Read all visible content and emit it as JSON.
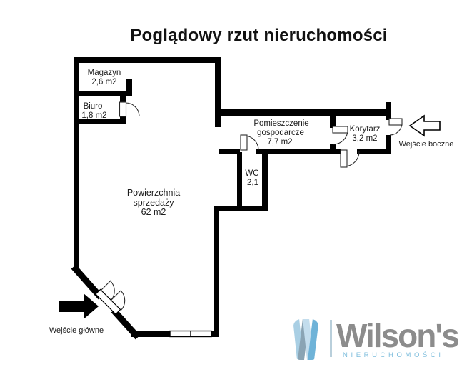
{
  "title": "Poglądowy rzut nieruchomości",
  "rooms": {
    "magazyn": {
      "name": "Magazyn",
      "area": "2,6 m2"
    },
    "biuro": {
      "name": "Biuro",
      "area": "1,8 m2"
    },
    "sales": {
      "line1": "Powierzchnia",
      "line2": "sprzedaży",
      "area": "62 m2"
    },
    "wc": {
      "name": "WC",
      "area": "2,1"
    },
    "utility": {
      "line1": "Pomieszczenie",
      "line2": "gospodarcze",
      "area": "7,7 m2"
    },
    "korytarz": {
      "name": "Korytarz",
      "area": "3,2 m2"
    }
  },
  "entrances": {
    "main_label": "Wejście główne",
    "side_label": "Wejście boczne"
  },
  "logo": {
    "brand": "Wilson's",
    "subtitle": "NIERUCHOMOŚCI"
  },
  "colors": {
    "wall": "#000000",
    "background": "#ffffff",
    "text": "#1c1c1c",
    "logo_brand": "#8c8c8c",
    "logo_subtitle": "#7fbedd",
    "logo_w_light": "#a9cfe4",
    "logo_w_pale": "#c3dded",
    "logo_w_steel": "#8aa4b4",
    "logo_w_mid": "#6fb3d8"
  }
}
